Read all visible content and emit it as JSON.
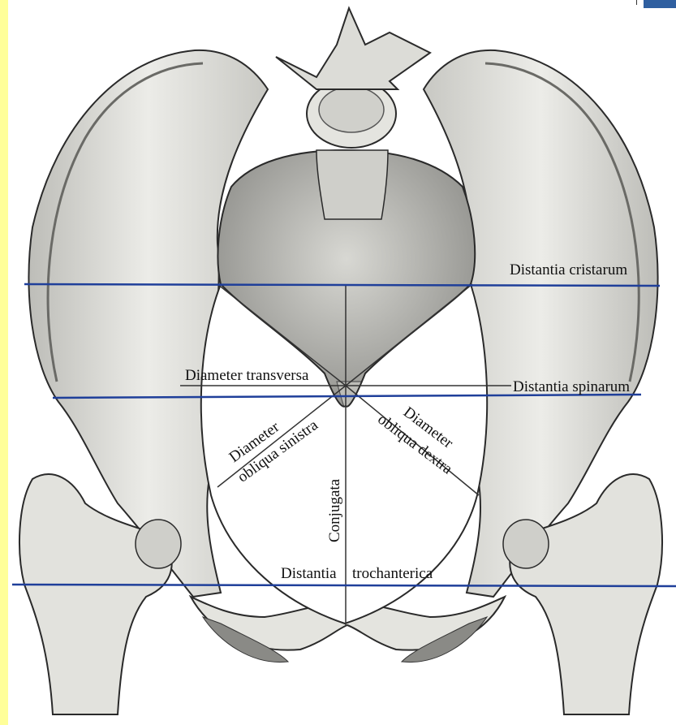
{
  "colors": {
    "background": "#ffff99",
    "bone_fill": "#e8e8e4",
    "bone_shade": "#9a9a96",
    "bone_outline": "#2a2a2a",
    "measure_line": "#1f3f9a",
    "inner_line": "#333333"
  },
  "labels": {
    "distantia_cristarum": "Distantia cristarum",
    "distantia_spinarum": "Distantia spinarum",
    "diameter_transversa": "Diameter transversa",
    "diameter_obliqua_sinistra_1": "Diameter",
    "diameter_obliqua_sinistra_2": "obliqua sinistra",
    "diameter_obliqua_dextra_1": "Diameter",
    "diameter_obliqua_dextra_2": "obliqua dextra",
    "conjugata": "Conjugata",
    "distantia_trochanterica_1": "Distantia",
    "distantia_trochanterica_2": "trochanterica"
  }
}
